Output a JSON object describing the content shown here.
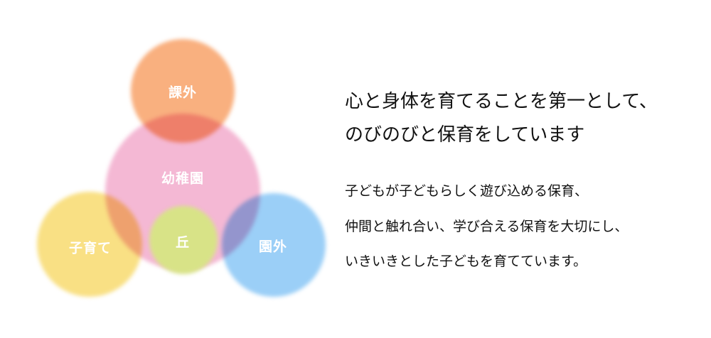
{
  "diagram": {
    "circles": [
      {
        "label": "課外",
        "color": "#f9b07f"
      },
      {
        "label": "幼稚園",
        "color": "#f0a0c6"
      },
      {
        "label": "子育て",
        "color": "#f8da6e"
      },
      {
        "label": "丘",
        "color": "#d8e387"
      },
      {
        "label": "園外",
        "color": "#82c3f5"
      }
    ]
  },
  "text": {
    "headline": [
      "心と身体を育てることを第一として、",
      "のびのびと保育をしています"
    ],
    "body": [
      "子どもが子どもらしく遊び込める保育、",
      "仲間と触れ合い、学び合える保育を大切にし、",
      "いきいきとした子どもを育てています。"
    ]
  }
}
